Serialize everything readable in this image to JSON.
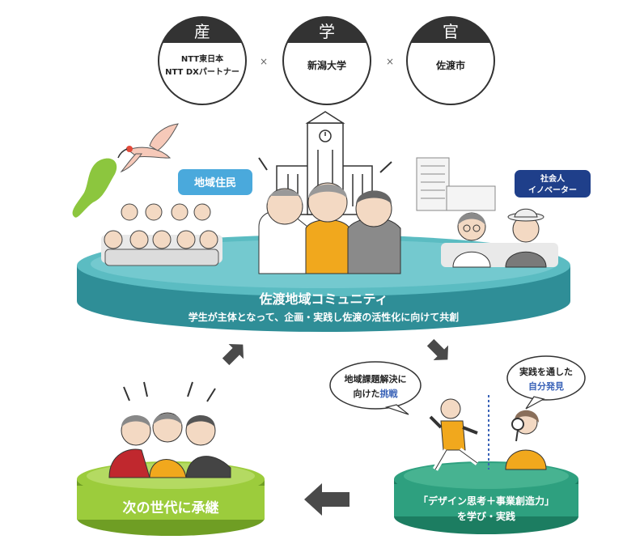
{
  "partners": [
    {
      "header": "産",
      "lines": [
        "NTT東日本",
        "NTT DXパートナー"
      ]
    },
    {
      "header": "学",
      "lines": [
        "新潟大学"
      ]
    },
    {
      "header": "官",
      "lines": [
        "佐渡市"
      ]
    }
  ],
  "times_symbol": "×",
  "top_platform": {
    "title": "佐渡地域コミュニティ",
    "subtitle": "学生が主体となって、企画・実践し佐渡の活性化に向けて共創"
  },
  "label_residents": "地域住民",
  "label_innovators": [
    "社会人",
    "イノベーター"
  ],
  "bubble_challenge": {
    "line1": "地域課題解決に",
    "line2_plain": "向けた",
    "line2_accent": "挑戦"
  },
  "bubble_discovery": {
    "line1": "実践を通した",
    "line2_accent": "自分発見"
  },
  "bottom_right_platform": {
    "line1": "「デザイン思考＋事業創造力」",
    "line2": "を学び・実践"
  },
  "bottom_left_platform": {
    "title": "次の世代に承継"
  },
  "colors": {
    "teal": "#5bbcc2",
    "teal_dark": "#2f8e97",
    "green": "#2ea07f",
    "green_dark": "#1c7d61",
    "lime": "#9ccc3c",
    "lime_dark": "#6f9e24",
    "dark": "#333333",
    "label_blue": "#4aa9dc",
    "label_navy": "#1f3f8a",
    "accent_text": "#3a63b8",
    "yellow": "#f1a81d",
    "red": "#c0282e"
  }
}
